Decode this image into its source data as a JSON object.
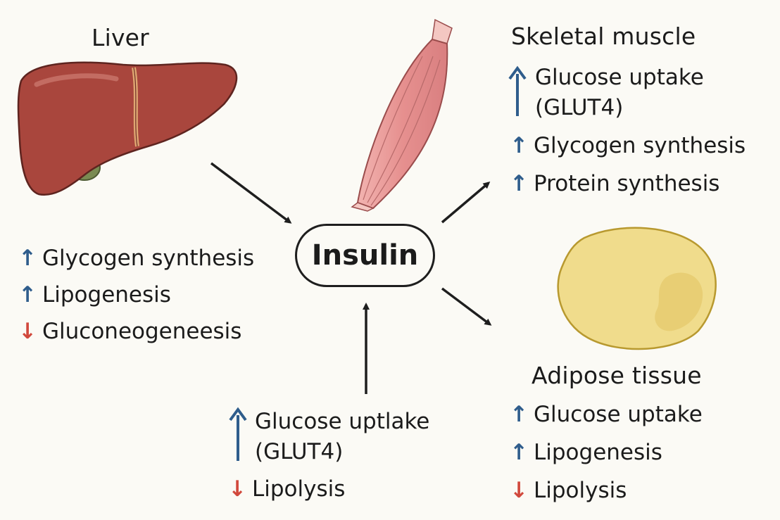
{
  "center": {
    "label": "Insulin"
  },
  "liver": {
    "title": "Liver",
    "effects": [
      {
        "dir": "up",
        "text": "Glycogen synthesis"
      },
      {
        "dir": "up",
        "text": "Lipogenesis"
      },
      {
        "dir": "down",
        "text": "Gluconeogeneesis"
      }
    ]
  },
  "skeletal_muscle": {
    "title": "Skeletal muscle",
    "effects": [
      {
        "dir": "up",
        "line1": "Glucose uptake",
        "line2": "(GLUT4)"
      },
      {
        "dir": "up",
        "text": "Glycogen synthesis"
      },
      {
        "dir": "up",
        "text": "Protein synthesis"
      }
    ]
  },
  "adipose_tissue": {
    "title": "Adipose tissue",
    "effects": [
      {
        "dir": "up",
        "text": "Glucose uptake"
      },
      {
        "dir": "up",
        "text": "Lipogenesis"
      },
      {
        "dir": "down",
        "text": "Lipolysis"
      }
    ]
  },
  "bottom": {
    "effects": [
      {
        "dir": "up",
        "line1": "Glucose uptlake",
        "line2": "(GLUT4)"
      },
      {
        "dir": "down",
        "text": "Lipolysis"
      }
    ]
  },
  "colors": {
    "up_arrow": "#2f5d8c",
    "down_arrow": "#d1483c",
    "liver": "#a9463d",
    "muscle": "#e59a98",
    "adipose": "#f0dc8c"
  },
  "icons": [
    "liver-illustration",
    "muscle-illustration",
    "adipose-cell-illustration"
  ]
}
